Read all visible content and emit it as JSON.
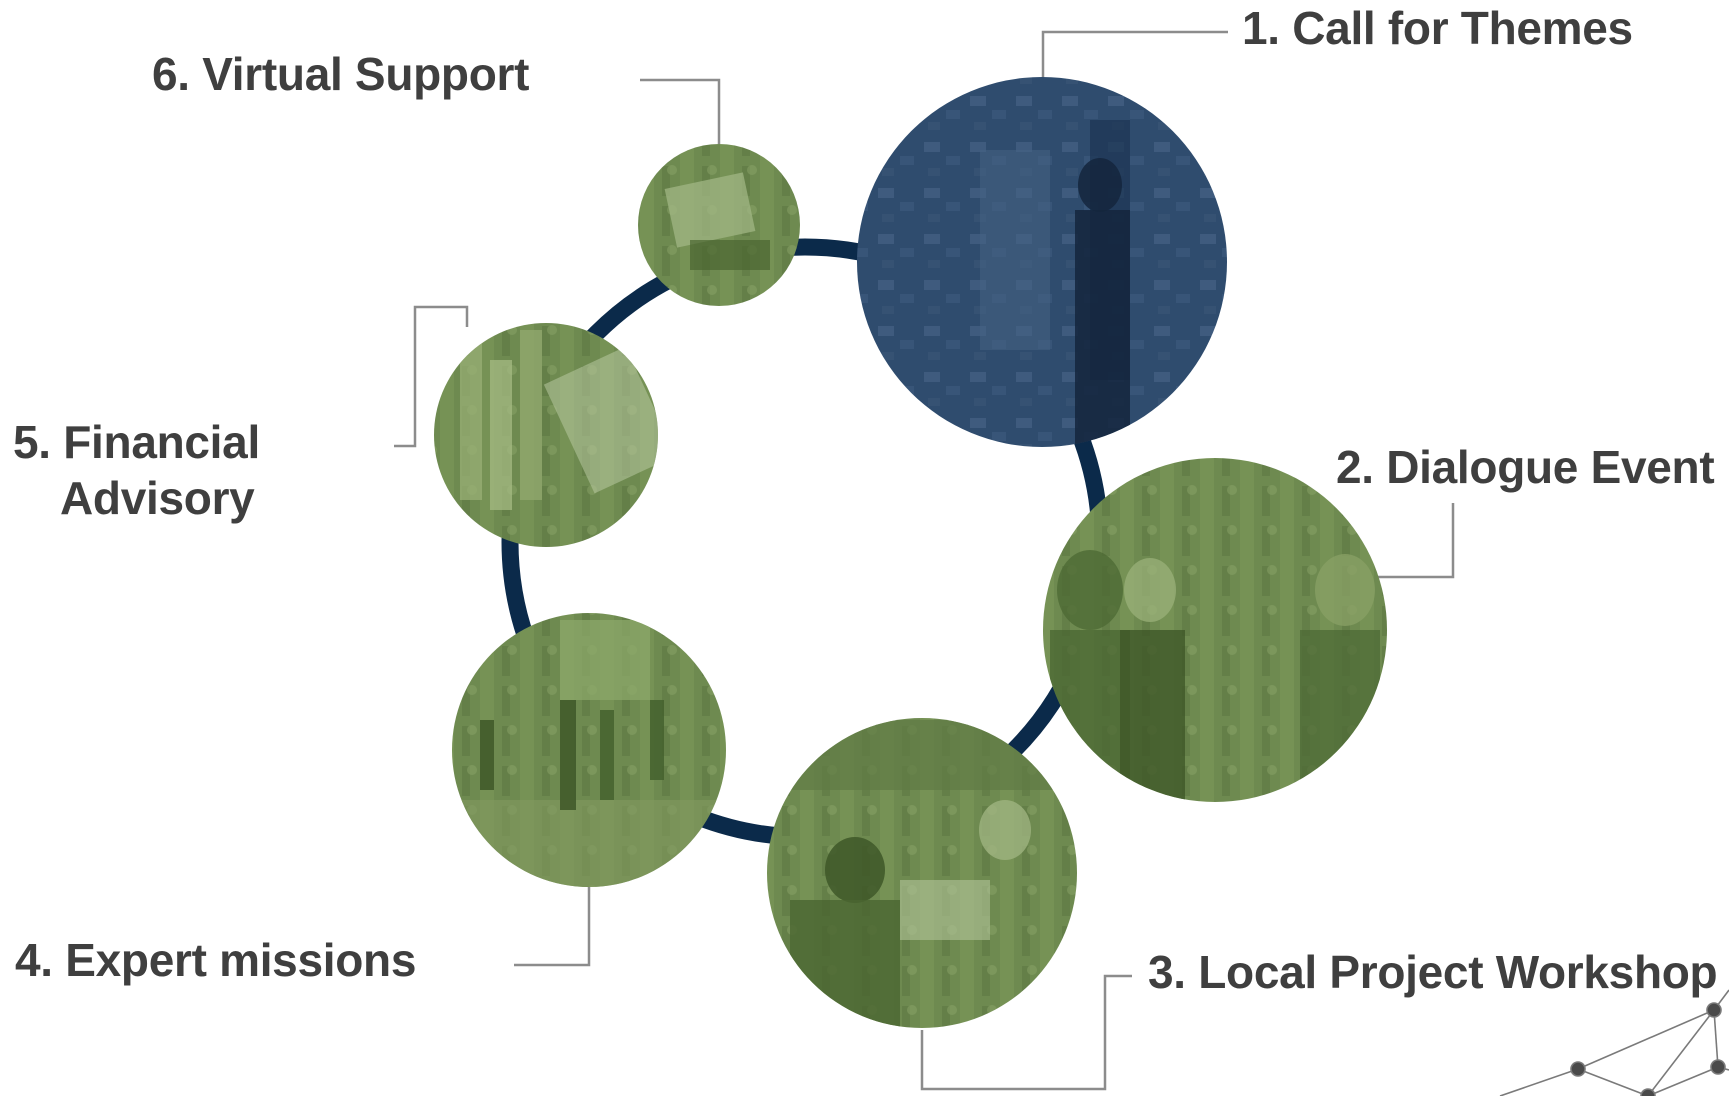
{
  "steps": [
    {
      "id": 1,
      "label": "1. Call for Themes",
      "highlighted": true
    },
    {
      "id": 2,
      "label": "2. Dialogue Event",
      "highlighted": false
    },
    {
      "id": 3,
      "label": "3. Local Project Workshop",
      "highlighted": false
    },
    {
      "id": 4,
      "label": "4. Expert missions",
      "highlighted": false
    },
    {
      "id": 5,
      "label_line1": "5. Financial",
      "label_line2": "Advisory",
      "highlighted": false
    },
    {
      "id": 6,
      "label": "6. Virtual Support",
      "highlighted": false
    }
  ],
  "colors": {
    "ring": "#0b2a4a",
    "active_circle": "#2f4c6e",
    "inactive_circle": "#6e8a50",
    "connector": "#8c8c8c",
    "label_text": "#3f3f3f",
    "network_decoration": "#4a4a4a"
  }
}
